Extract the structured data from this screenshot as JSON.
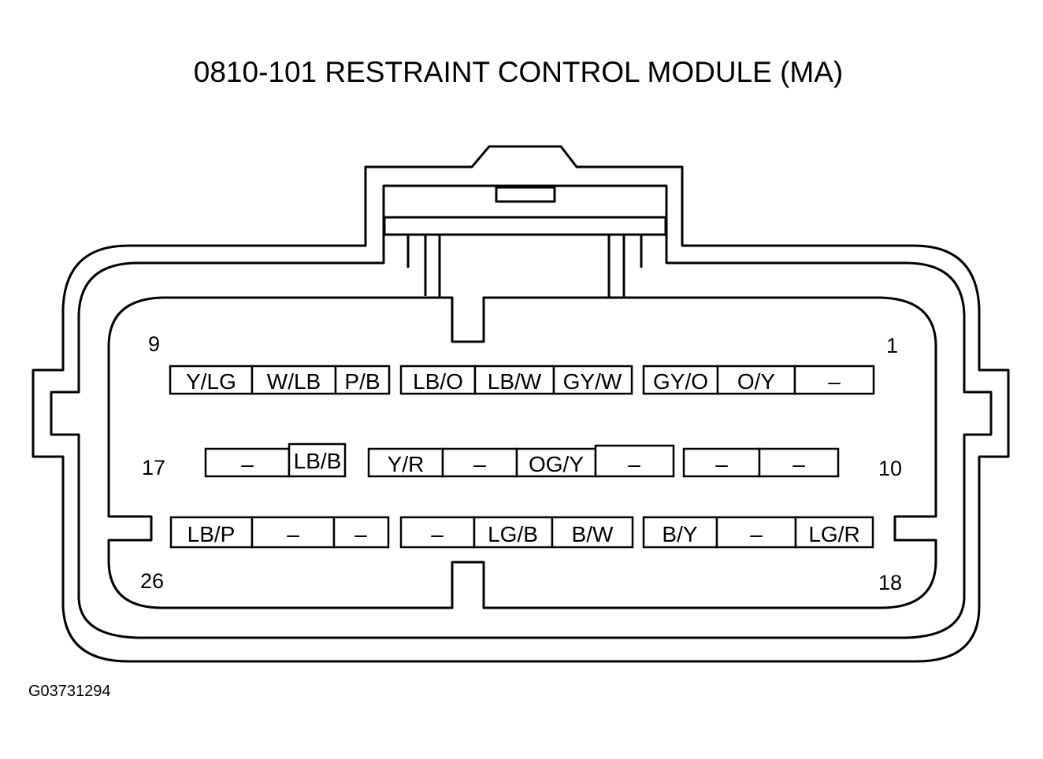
{
  "title": "0810-101  RESTRAINT CONTROL MODULE (MA)",
  "figure_id": "G03731294",
  "pin_numbers": {
    "top_left": "9",
    "top_right": "1",
    "middle_left": "17",
    "middle_right": "10",
    "bottom_left": "26",
    "bottom_right": "18"
  },
  "rows": {
    "top": [
      [
        "Y/LG",
        "W/LB",
        "P/B"
      ],
      [
        "LB/O",
        "LB/W",
        "GY/W"
      ],
      [
        "GY/O",
        "O/Y",
        "–"
      ]
    ],
    "middle": [
      [
        "–",
        "LB/B"
      ],
      [
        "Y/R",
        "–",
        "OG/Y",
        "–"
      ],
      [
        "–",
        "–"
      ]
    ],
    "bottom": [
      [
        "LB/P",
        "–",
        "–"
      ],
      [
        "–",
        "LG/B",
        "B/W"
      ],
      [
        "B/Y",
        "–",
        "LG/R"
      ]
    ]
  }
}
